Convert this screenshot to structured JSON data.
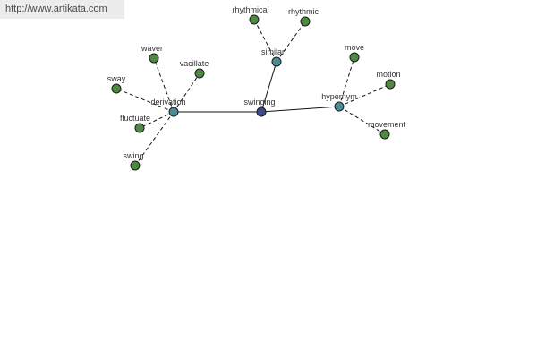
{
  "site_url": "http://www.artikata.com",
  "colors": {
    "center": "#3b4a8c",
    "relation": "#4c8c95",
    "leaf": "#4f8a43"
  },
  "graph": {
    "center": {
      "label": "swinging",
      "kind": "center"
    },
    "relations": [
      {
        "label": "derivation",
        "kind": "relation"
      },
      {
        "label": "similar",
        "kind": "relation"
      },
      {
        "label": "hypernym",
        "kind": "relation"
      }
    ],
    "leaves": [
      {
        "label": "waver",
        "parent": "derivation"
      },
      {
        "label": "vacillate",
        "parent": "derivation"
      },
      {
        "label": "sway",
        "parent": "derivation"
      },
      {
        "label": "fluctuate",
        "parent": "derivation"
      },
      {
        "label": "swing",
        "parent": "derivation"
      },
      {
        "label": "rhythmical",
        "parent": "similar"
      },
      {
        "label": "rhythmic",
        "parent": "similar"
      },
      {
        "label": "move",
        "parent": "hypernym"
      },
      {
        "label": "motion",
        "parent": "hypernym"
      },
      {
        "label": "movement",
        "parent": "hypernym"
      }
    ]
  }
}
